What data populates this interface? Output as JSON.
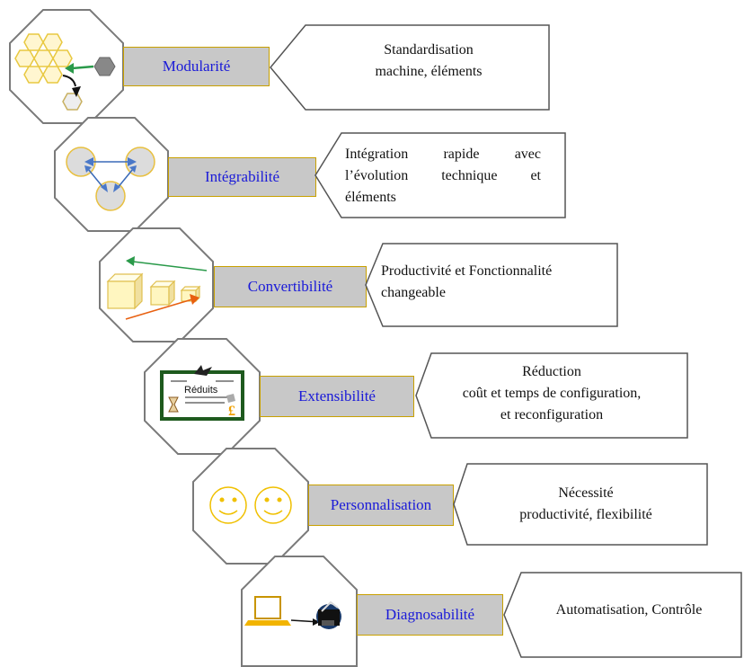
{
  "rows": [
    {
      "label": "Modularité",
      "lines": [
        "Standardisation",
        "machine, éléments"
      ],
      "align": "center"
    },
    {
      "label": "Intégrabilité",
      "lines": [
        "Intégration rapide avec",
        "l’évolution technique et",
        "éléments"
      ],
      "align": "justify"
    },
    {
      "label": "Convertibilité",
      "lines": [
        "Productivité et Fonctionnalité",
        "changeable"
      ],
      "align": "left"
    },
    {
      "label": "Extensibilité",
      "lines": [
        "Réduction",
        "coût et temps de configuration,",
        "et reconfiguration"
      ],
      "align": "center"
    },
    {
      "label": "Personnalisation",
      "lines": [
        "Nécessité",
        "productivité, flexibilité"
      ],
      "align": "center"
    },
    {
      "label": "Diagnosabilité",
      "lines": [
        "Automatisation, Contrôle"
      ],
      "align": "center"
    }
  ],
  "certificate_text": "Réduits",
  "colors": {
    "label_text": "#1a1ad8",
    "label_bg": "#c8c8c8",
    "label_border": "#c8a000",
    "octagon_stroke": "#7a7a7a"
  }
}
